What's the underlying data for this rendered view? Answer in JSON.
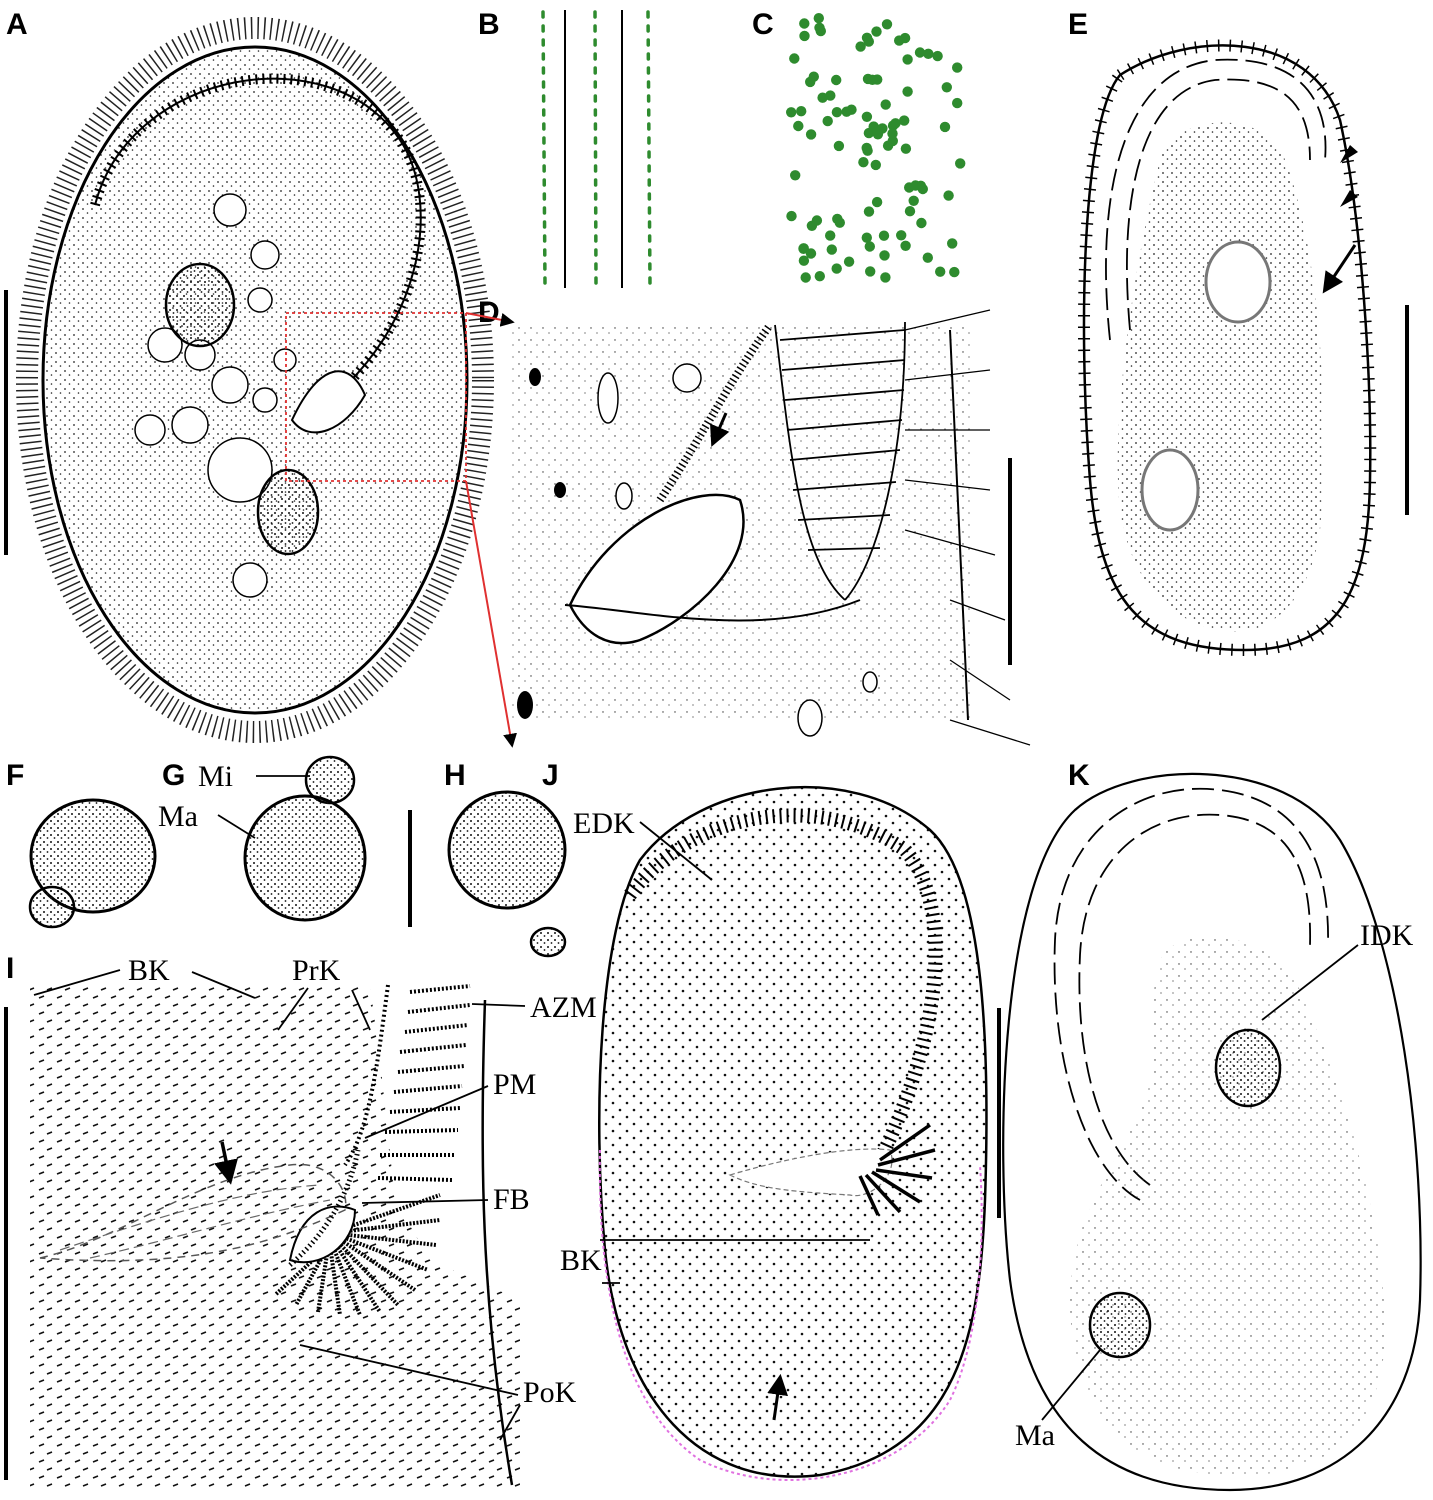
{
  "panels": {
    "A": "A",
    "B": "B",
    "C": "C",
    "D": "D",
    "E": "E",
    "F": "F",
    "G": "G",
    "H": "H",
    "I": "I",
    "J": "J",
    "K": "K"
  },
  "annotations": {
    "mi": "Mi",
    "ma_g": "Ma",
    "bk_i": "BK",
    "prk": "PrK",
    "azm": "AZM",
    "pm": "PM",
    "fb": "FB",
    "pok": "PoK",
    "edk": "EDK",
    "bk_j": "BK",
    "idk": "IDK",
    "ma_k": "Ma"
  },
  "colors": {
    "ink": "#000000",
    "zoochlorellae": "#2e8b2e",
    "inset_box": "#e03030",
    "pink_row": "#e070e0"
  },
  "icons": {
    "arrow": "arrow-icon",
    "arrowhead": "arrowhead-icon"
  }
}
